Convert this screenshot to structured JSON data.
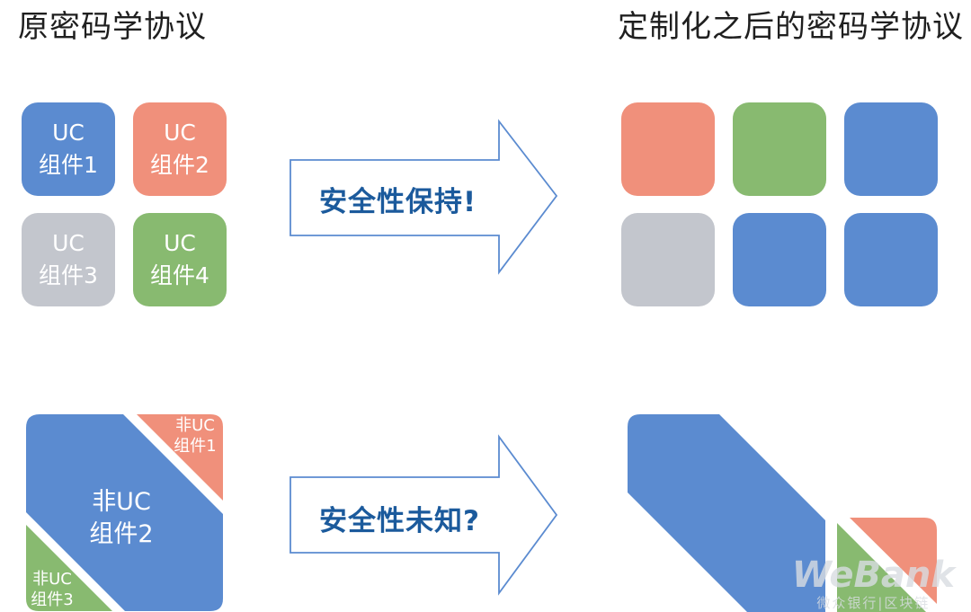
{
  "headings": {
    "left": "原密码学协议",
    "right": "定制化之后的密码学协议"
  },
  "top_section": {
    "components": [
      {
        "line1": "UC",
        "line2": "组件1",
        "color": "#5b8bd0"
      },
      {
        "line1": "UC",
        "line2": "组件2",
        "color": "#f0907b"
      },
      {
        "line1": "UC",
        "line2": "组件3",
        "color": "#c3c6cd"
      },
      {
        "line1": "UC",
        "line2": "组件4",
        "color": "#88ba70"
      }
    ],
    "arrow_label": "安全性保持!",
    "result_tile_colors": [
      "#f0907b",
      "#88ba70",
      "#5b8bd0",
      "#c3c6cd",
      "#5b8bd0",
      "#5b8bd0"
    ]
  },
  "bottom_section": {
    "pieces": [
      {
        "line1": "非UC",
        "line2": "组件1",
        "color": "#f0907b"
      },
      {
        "line1": "非UC",
        "line2": "组件2",
        "color": "#5b8bd0"
      },
      {
        "line1": "非UC",
        "line2": "组件3",
        "color": "#88ba70"
      }
    ],
    "arrow_label": "安全性未知?"
  },
  "watermark": {
    "logo": "WeBank",
    "subtitle": "微众银行|区块链"
  },
  "colors": {
    "blue": "#5b8bd0",
    "salmon": "#f0907b",
    "grey": "#c3c6cd",
    "green": "#88ba70",
    "arrow_outline": "#5b8bd0",
    "arrow_text": "#1b5a9c"
  }
}
